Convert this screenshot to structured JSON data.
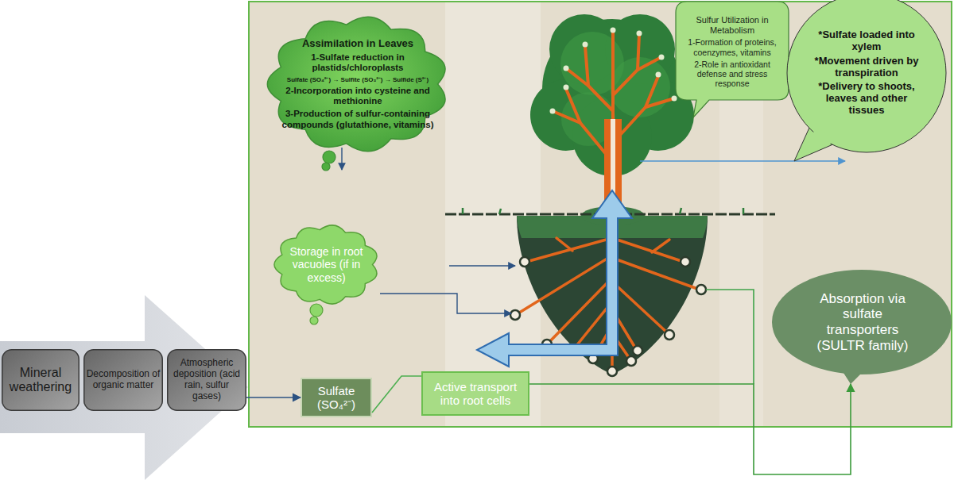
{
  "diagram": {
    "nodes": [
      {
        "text": [
          "Assimilation in Leaves",
          "1-Sulfate reduction in plastids/chloroplasts",
          "Sulfate (SO₄²⁻) → Sulfite (SO₃²⁻) → Sulfide (S²⁻)",
          "2-Incorporation into cysteine and methionine",
          "3-Production of sulfur-containing compounds (glutathione, vitamins)"
        ]
      },
      {
        "text": [
          "Sulfur Utilization in Metabolism",
          "1-Formation of proteins, coenzymes, vitamins",
          "2-Role in antioxidant defense and stress response"
        ]
      },
      {
        "text": [
          "*Sulfate loaded into xylem",
          "*Movement driven by transpiration",
          "*Delivery to shoots, leaves and other tissues"
        ]
      },
      {
        "text": [
          "Storage in root vacuoles (if in excess)"
        ]
      },
      {
        "text": [
          "Absorption via sulfate transporters (SULTR family)"
        ]
      },
      {
        "text": [
          "Mineral weathering"
        ]
      },
      {
        "text": [
          "Decomposition of organic matter"
        ]
      },
      {
        "text": [
          "Atmospheric deposition (acid rain, sulfur gases)"
        ]
      },
      {
        "text": [
          "Sulfate (SO₄²⁻)"
        ]
      },
      {
        "text": [
          "Active transport into root cells"
        ]
      }
    ],
    "edges": [
      {
        "from": 7,
        "to": 8,
        "arrow": "to"
      },
      {
        "from": 8,
        "to": 9,
        "arrow": "none"
      },
      {
        "from": 9,
        "to": 4,
        "arrow": "to"
      }
    ]
  }
}
